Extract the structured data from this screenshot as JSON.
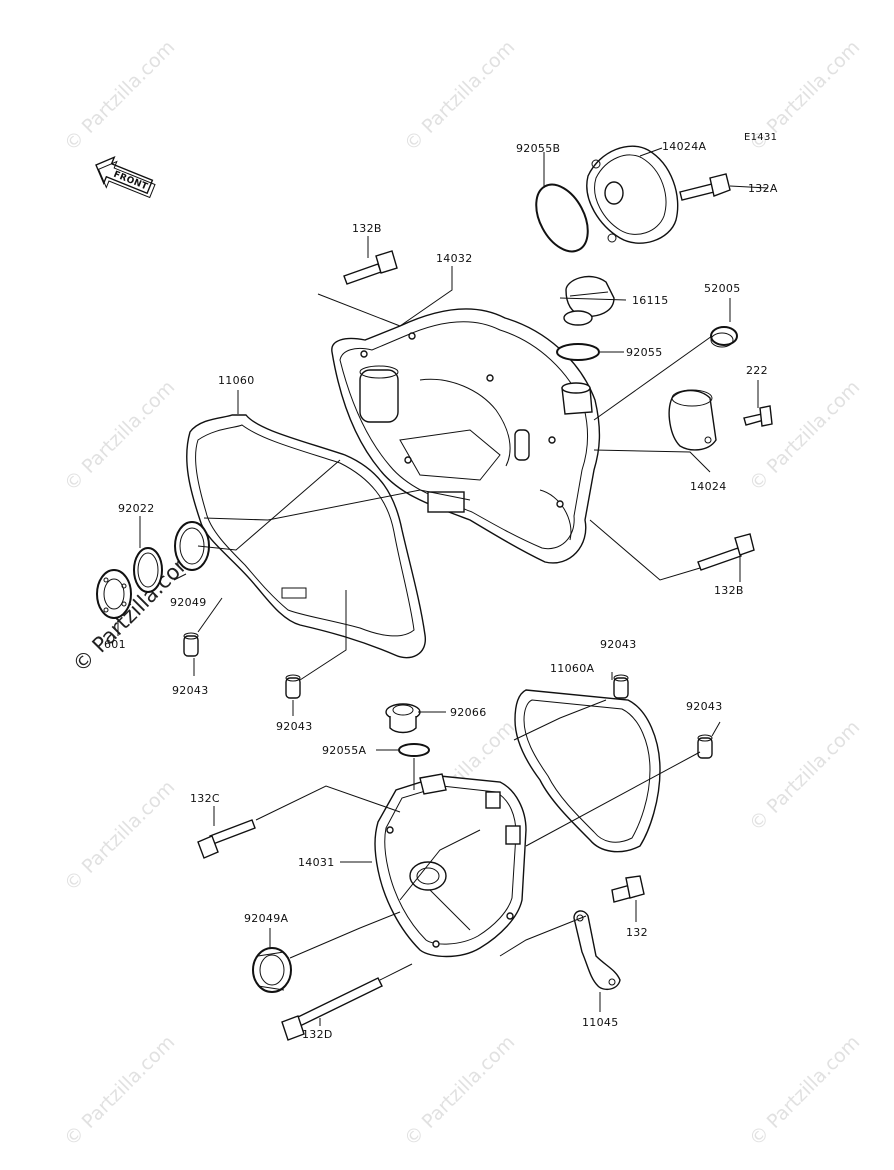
{
  "diagram_code": "E1431",
  "front_arrow_label": "FRONT",
  "watermark_text": "© Partzilla.com",
  "part_labels": {
    "p92055B": "92055B",
    "p14024A": "14024A",
    "p132A": "132A",
    "p132B_top": "132B",
    "p14032": "14032",
    "p16115": "16115",
    "p52005": "52005",
    "p92055": "92055",
    "p11060": "11060",
    "p222": "222",
    "p14024": "14024",
    "p92022": "92022",
    "p92049": "92049",
    "p601": "601",
    "p132B_right": "132B",
    "p92043_left1": "92043",
    "p92043_left2": "92043",
    "p92043_top": "92043",
    "p11060A": "11060A",
    "p92043_right": "92043",
    "p92066": "92066",
    "p92055A": "92055A",
    "p132C": "132C",
    "p14031": "14031",
    "p92049A": "92049A",
    "p132": "132",
    "p132D": "132D",
    "p11045": "11045"
  },
  "colors": {
    "line": "#111111",
    "watermark": "#c9c9c9",
    "background": "#ffffff"
  }
}
